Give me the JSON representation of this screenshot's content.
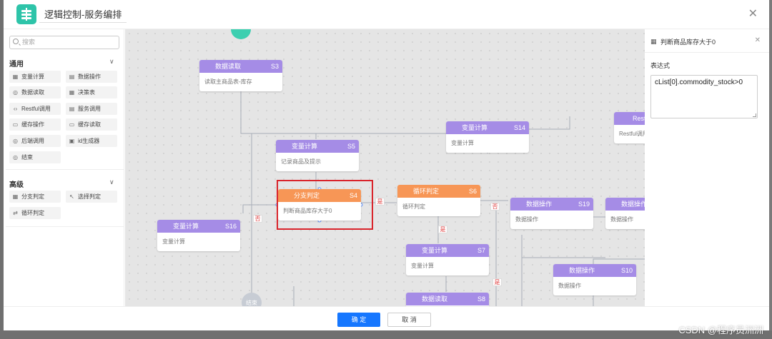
{
  "header": {
    "title": "逻辑控制-服务编排"
  },
  "sidebar": {
    "search_placeholder": "搜索",
    "sec_common": "通用",
    "sec_advanced": "高级",
    "common_items": [
      "变量计算",
      "数据操作",
      "数据读取",
      "决策表",
      "Restful调用",
      "服务调用",
      "缓存操作",
      "缓存读取",
      "后端调用",
      "id生成器",
      "结束"
    ],
    "advanced_items": [
      "分支判定",
      "选择判定",
      "循环判定"
    ]
  },
  "nodes": {
    "s3": {
      "title": "数据读取",
      "id": "S3",
      "desc": "读取主商品表-库存"
    },
    "s14": {
      "title": "变量计算",
      "id": "S14",
      "desc": "变量计算"
    },
    "rest": {
      "title": "Restful",
      "desc": "Restful调用"
    },
    "s5": {
      "title": "变量计算",
      "id": "S5",
      "desc": "记录商品及提示"
    },
    "s4": {
      "title": "分支判定",
      "id": "S4",
      "desc": "判断商品库存大于0"
    },
    "s6": {
      "title": "循环判定",
      "id": "S6",
      "desc": "循环判定"
    },
    "s19": {
      "title": "数据操作",
      "id": "S19",
      "desc": "数据操作"
    },
    "s_r": {
      "title": "数据操作",
      "desc": "数据操作"
    },
    "s16": {
      "title": "变量计算",
      "id": "S16",
      "desc": "变量计算"
    },
    "s7": {
      "title": "变量计算",
      "id": "S7",
      "desc": "变量计算"
    },
    "s10": {
      "title": "数据操作",
      "id": "S10",
      "desc": "数据操作"
    },
    "s8": {
      "title": "数据读取",
      "id": "S8"
    },
    "end": {
      "label": "结束"
    }
  },
  "edge_labels": {
    "yes": "是",
    "no": "否"
  },
  "right_panel": {
    "title": "判断商品库存大于0",
    "expr_label": "表达式",
    "expr_value": "cList[0].commodity_stock>0"
  },
  "footer": {
    "ok": "确 定",
    "cancel": "取 消"
  },
  "watermark": "CSDN @程序员洲洲"
}
